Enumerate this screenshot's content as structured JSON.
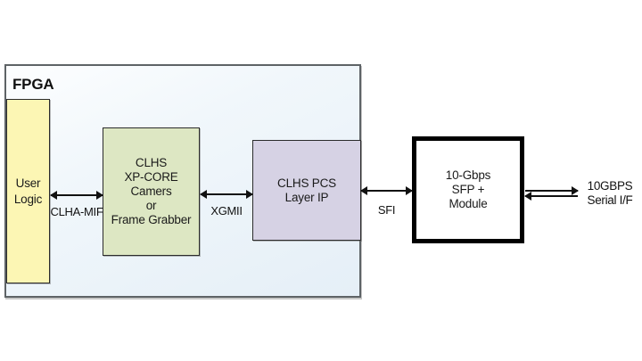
{
  "colors": {
    "fpga_bg_top": "#fdfeff",
    "fpga_bg_bottom": "#e5eff7",
    "fpga_border": "#5e6366",
    "user_logic_fill": "#fcf6b4",
    "xp_core_fill": "#dde7c3",
    "pcs_fill": "#d6d2e4",
    "sfp_fill": "#ffffff",
    "block_border": "#2b2b2b",
    "sfp_border": "#000000",
    "arrow_color": "#111111"
  },
  "fpga": {
    "label": "FPGA"
  },
  "blocks": {
    "user_logic": {
      "lines": [
        "User",
        "Logic"
      ]
    },
    "xp_core": {
      "lines": [
        "CLHS",
        "XP-CORE",
        "Camers",
        "or",
        "Frame Grabber"
      ]
    },
    "pcs": {
      "lines": [
        "CLHS PCS",
        "Layer IP"
      ]
    },
    "sfp": {
      "lines": [
        "10-Gbps",
        "SFP +",
        "Module"
      ]
    }
  },
  "interfaces": {
    "clha_mif": "CLHA-MIF",
    "xgmii": "XGMII",
    "sfi": "SFI",
    "serial": {
      "lines": [
        "10GBPS",
        "Serial I/F"
      ]
    }
  }
}
